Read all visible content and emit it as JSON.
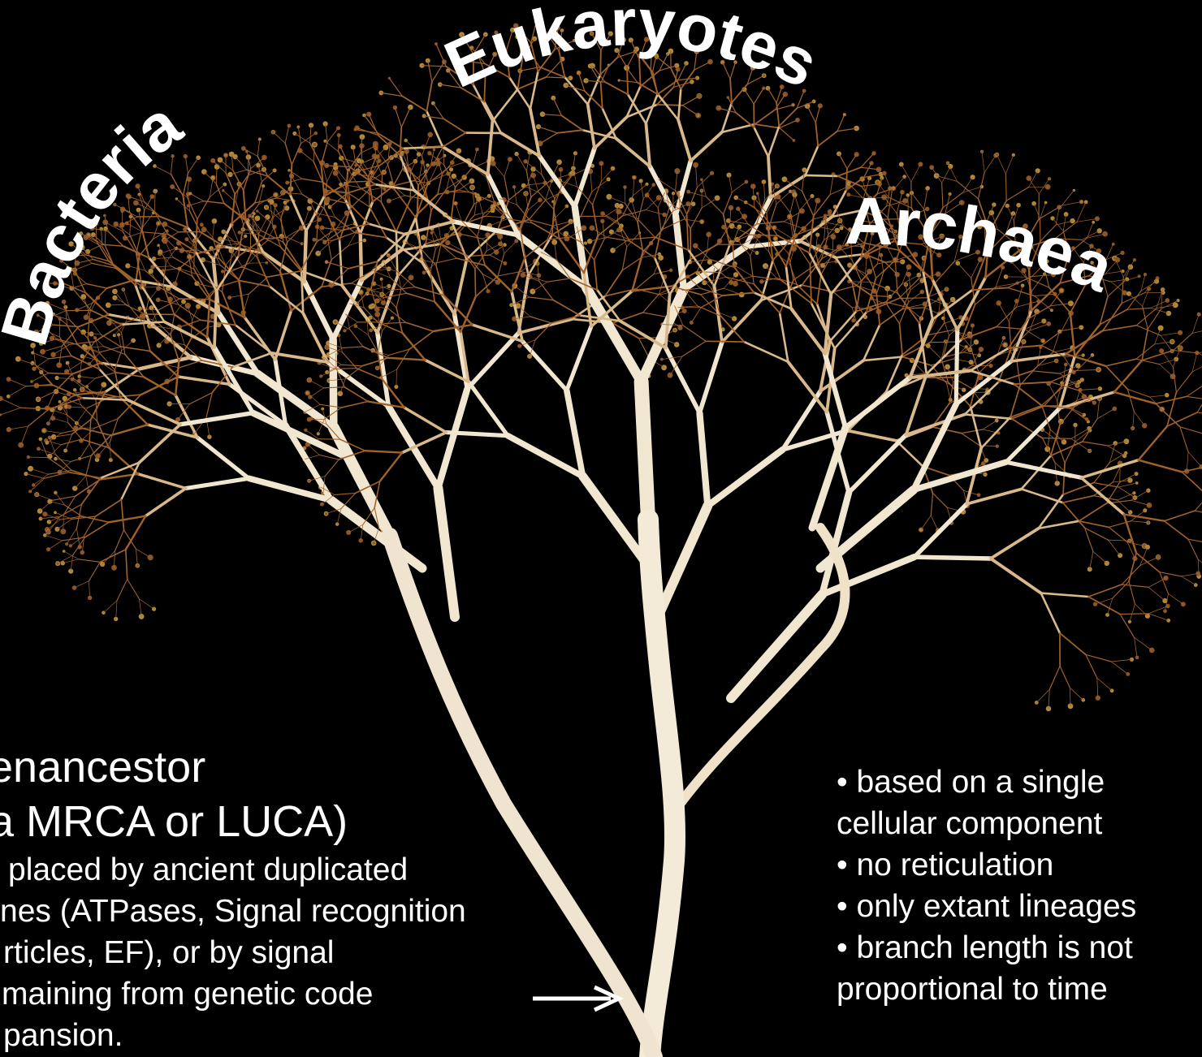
{
  "domains": {
    "bacteria": "Bacteria",
    "eukaryotes": "Eukaryotes",
    "archaea": "Archaea"
  },
  "ancestor": {
    "line1": "enancestor",
    "line2": "ka MRCA or LUCA)",
    "note_lines": [
      "placed by ancient duplicated",
      "nes (ATPases, Signal recognition",
      "rticles, EF), or by signal",
      "maining from genetic code",
      "pansion."
    ]
  },
  "caveats": [
    "•  based on a single",
    "cellular component",
    "• no reticulation",
    "• only extant lineages",
    "• branch length is not",
    "proportional to time"
  ],
  "colors": {
    "background": "#000000",
    "trunk": "#f3ead8",
    "foliage": "#a0622c",
    "text": "#ffffff"
  }
}
